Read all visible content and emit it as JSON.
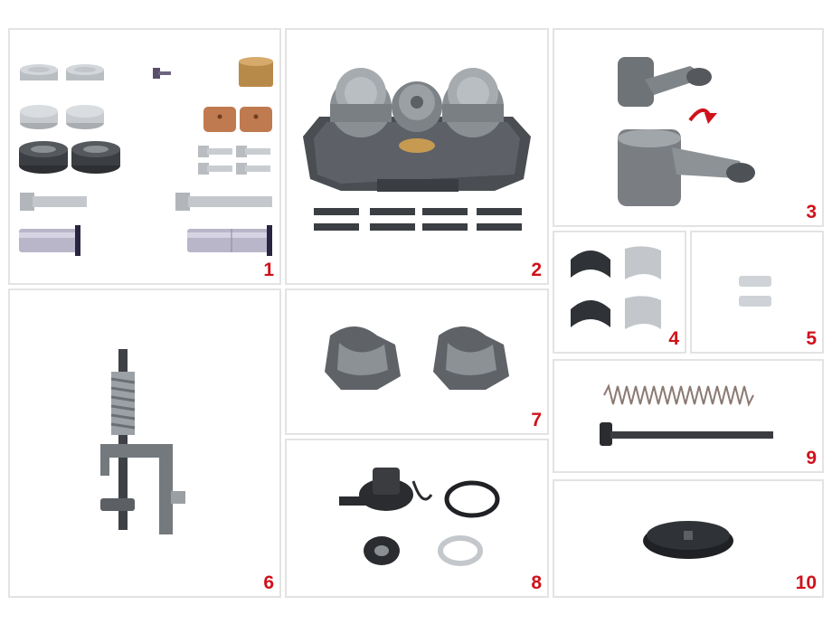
{
  "panels": {
    "p1": {
      "label": "1"
    },
    "p2": {
      "label": "2"
    },
    "p3": {
      "label": "3"
    },
    "p4": {
      "label": "4"
    },
    "p5": {
      "label": "5"
    },
    "p6": {
      "label": "6"
    },
    "p7": {
      "label": "7"
    },
    "p8": {
      "label": "8"
    },
    "p9": {
      "label": "9"
    },
    "p10": {
      "label": "10"
    }
  },
  "colors": {
    "label_red": "#d0121b",
    "panel_border": "#e3e3e3",
    "arrow_red": "#d0121b"
  }
}
